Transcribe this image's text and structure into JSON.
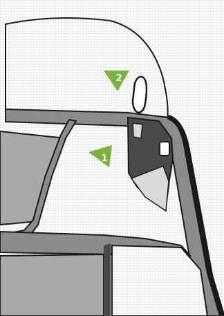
{
  "diagram": {
    "colors": {
      "background": "#ffffff",
      "stipple_dot": "#b3b3b3",
      "outline": "#1a1a1a",
      "trim_gray": "#8c8c8c",
      "panel_gray": "#a9a9a9",
      "buckle_dark": "#4a4a4a",
      "buckle_light": "#d9d9d9",
      "callout_green": "#7ab342",
      "callout_text": "#ffffff"
    },
    "callouts": [
      {
        "id": "callout-1",
        "label": "1",
        "icon": "green-triangle-arrow"
      },
      {
        "id": "callout-2",
        "label": "2",
        "icon": "green-triangle-arrow"
      }
    ]
  }
}
